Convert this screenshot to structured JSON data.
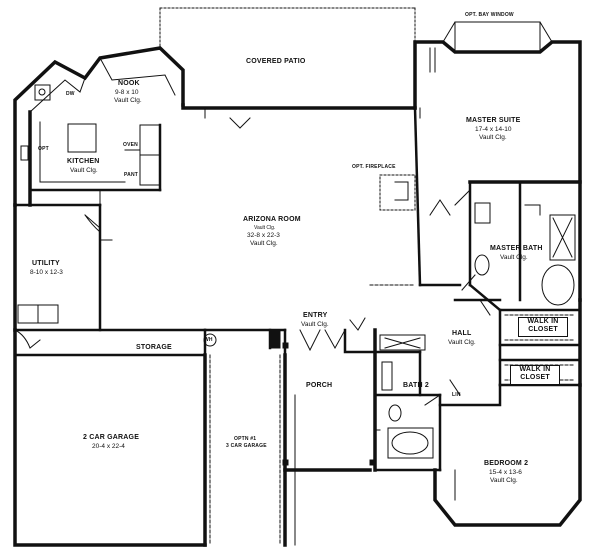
{
  "rooms": {
    "nook": {
      "name": "NOOK",
      "size": "9-8 x 10",
      "ceiling": "Vault Clg."
    },
    "kitchen": {
      "name": "KITCHEN",
      "ceiling": "Vault Clg."
    },
    "covered_patio": {
      "name": "COVERED PATIO"
    },
    "opt_bay_window": {
      "name": "OPT. BAY WINDOW"
    },
    "master_suite": {
      "name": "MASTER SUITE",
      "size": "17-4 x 14-10",
      "ceiling": "Vault Clg."
    },
    "opt_fireplace": {
      "name": "OPT. FIREPLACE"
    },
    "arizona_room": {
      "name": "ARIZONA ROOM",
      "note": "Vault Clg.",
      "size": "32-8 x 22-3",
      "ceiling": "Vault Clg."
    },
    "master_bath": {
      "name": "MASTER BATH",
      "ceiling": "Vault Clg."
    },
    "utility": {
      "name": "UTILITY",
      "size": "8-10 x 12-3"
    },
    "walk_in_closet_1": {
      "name_line1": "WALK IN",
      "name_line2": "CLOSET"
    },
    "walk_in_closet_2": {
      "name_line1": "WALK IN",
      "name_line2": "CLOSET"
    },
    "entry": {
      "name": "ENTRY",
      "ceiling": "Vault Clg."
    },
    "hall": {
      "name": "HALL",
      "ceiling": "Vault Clg."
    },
    "storage": {
      "name": "STORAGE"
    },
    "porch": {
      "name": "PORCH"
    },
    "bath2": {
      "name": "BATH 2"
    },
    "car_garage": {
      "name": "2 CAR GARAGE",
      "size": "20-4 x 22-4"
    },
    "optn_garage": {
      "name_line1": "OPTN #1",
      "name_line2": "3 CAR GARAGE"
    },
    "bedroom2": {
      "name": "BEDROOM 2",
      "size": "15-4 x 13-6",
      "ceiling": "Vault Clg."
    }
  },
  "fixtures": {
    "dw": "DW",
    "oven": "OVEN",
    "pantry": "PANT",
    "refrigerator": "OPT",
    "wh": "WH",
    "linen": "LIN",
    "opt_fp": "OPT"
  }
}
